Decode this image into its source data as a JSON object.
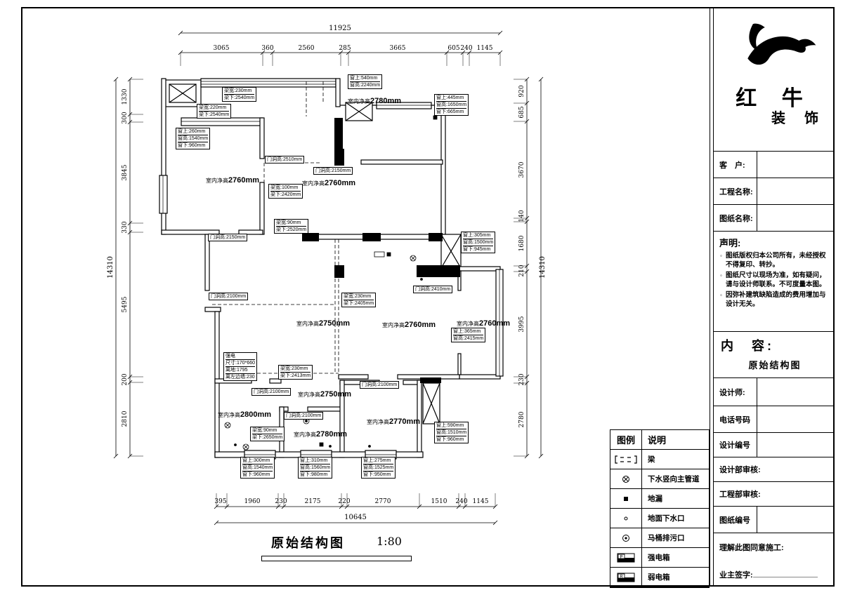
{
  "sheet": {
    "title": "原始结构图",
    "scale": "1:80",
    "room_label_prefix": "室内净高"
  },
  "colors": {
    "ink": "#000000",
    "paper": "#ffffff"
  },
  "dims": {
    "top": {
      "total": "11925",
      "segments": [
        "3065",
        "360",
        "2560",
        "285",
        "3665",
        "605",
        "240",
        "1145"
      ]
    },
    "left": {
      "total": "14310",
      "segments": [
        "1330",
        "300",
        "3845",
        "330",
        "5495",
        "200",
        "2810"
      ]
    },
    "right": {
      "total": "14310",
      "segments": [
        "920",
        "685",
        "3670",
        "140",
        "1680",
        "210",
        "3995",
        "230",
        "2780"
      ]
    },
    "bottom": {
      "total": "10645",
      "segments": [
        "395",
        "1960",
        "230",
        "2175",
        "220",
        "2770",
        "1510",
        "240",
        "1145"
      ]
    }
  },
  "rooms": [
    {
      "height": "2780mm"
    },
    {
      "height": "2760mm"
    },
    {
      "height": "2760mm"
    },
    {
      "height": "2750mm"
    },
    {
      "height": "2760mm"
    },
    {
      "height": "2760mm"
    },
    {
      "height": "2750mm"
    },
    {
      "height": "2800mm"
    },
    {
      "height": "2780mm"
    },
    {
      "height": "2770mm"
    }
  ],
  "annotations": [
    {
      "lines": [
        "梁宽:230mm",
        "梁下:2540mm"
      ]
    },
    {
      "lines": [
        "梁宽:220mm",
        "梁下:2540mm"
      ]
    },
    {
      "lines": [
        "窗上:260mm",
        "窗高:1540mm",
        "窗下:960mm"
      ]
    },
    {
      "lines": [
        "窗上:540mm",
        "窗高:2240mm"
      ]
    },
    {
      "lines": [
        "窗上:445mm",
        "窗高:1650mm",
        "窗下:665mm"
      ]
    },
    {
      "lines": [
        "门洞高:2150mm"
      ]
    },
    {
      "lines": [
        "门洞高:2510mm"
      ]
    },
    {
      "lines": [
        "梁宽:100mm",
        "梁下:2420mm"
      ]
    },
    {
      "lines": [
        "梁宽:90mm",
        "梁下:2520mm"
      ]
    },
    {
      "lines": [
        "门洞高:2150mm"
      ]
    },
    {
      "lines": [
        "窗上:305mm",
        "窗高:1500mm",
        "窗下:945mm"
      ]
    },
    {
      "lines": [
        "门洞高:2410mm"
      ]
    },
    {
      "lines": [
        "门洞高:2100mm"
      ]
    },
    {
      "lines": [
        "窗上:365mm",
        "窗高:2415mm"
      ]
    },
    {
      "lines": [
        "梁宽:230mm",
        "梁下:2405mm"
      ]
    },
    {
      "lines": [
        "梁宽:230mm",
        "梁下:2413mm"
      ]
    },
    {
      "lines": [
        "强电",
        "尺寸:170*660",
        "离地:1795",
        "离左边墙:230"
      ]
    },
    {
      "lines": [
        "门洞高:2100mm"
      ]
    },
    {
      "lines": [
        "门洞高:2100mm"
      ]
    },
    {
      "lines": [
        "门洞高:2100mm"
      ]
    },
    {
      "lines": [
        "梁宽:90mm",
        "梁下:2650mm"
      ]
    },
    {
      "lines": [
        "窗上:300mm",
        "窗高:1540mm",
        "窗下:960mm"
      ]
    },
    {
      "lines": [
        "窗上:310mm",
        "窗高:1560mm",
        "窗下:980mm"
      ]
    },
    {
      "lines": [
        "窗上:275mm",
        "窗高:1525mm",
        "窗下:950mm"
      ]
    },
    {
      "lines": [
        "窗上:590mm",
        "窗高:1510mm",
        "窗下:960mm"
      ]
    }
  ],
  "legend": {
    "headers": [
      "图例",
      "说明"
    ],
    "rows": [
      {
        "icon": "beam-icon",
        "label": "梁"
      },
      {
        "icon": "drain-pipe-icon",
        "label": "下水竖向主管道"
      },
      {
        "icon": "floor-drain-icon",
        "label": "地漏"
      },
      {
        "icon": "ground-outlet-icon",
        "label": "地面下水口"
      },
      {
        "icon": "toilet-outlet-icon",
        "label": "马桶排污口"
      },
      {
        "icon": "strong-power-box-icon",
        "letter": "P",
        "label": "强电箱"
      },
      {
        "icon": "weak-power-box-icon",
        "letter": "R",
        "label": "弱电箱"
      }
    ]
  },
  "panel": {
    "logo_line1": "红 牛",
    "logo_line2": "装 饰",
    "fields_top": [
      "客　户:",
      "工程名称:",
      "图纸名称:"
    ],
    "statement_title": "声明:",
    "statements": [
      "图纸版权归本公司所有，未经授权不得复印、转抄。",
      "图纸尺寸以现场为准，如有疑问，请与设计师联系。不可度量本图。",
      "因弥补建筑缺陷造成的费用增加与设计无关。"
    ],
    "content_label": "内　容:",
    "content_value": "原始结构图",
    "fields_bottom": [
      "设计师:",
      "电话号码",
      "设计编号",
      "设计部审核:",
      "工程部审核:",
      "图纸编号"
    ],
    "construction_note": "理解此图同意施工:",
    "owner_sign": "业主签字:"
  }
}
